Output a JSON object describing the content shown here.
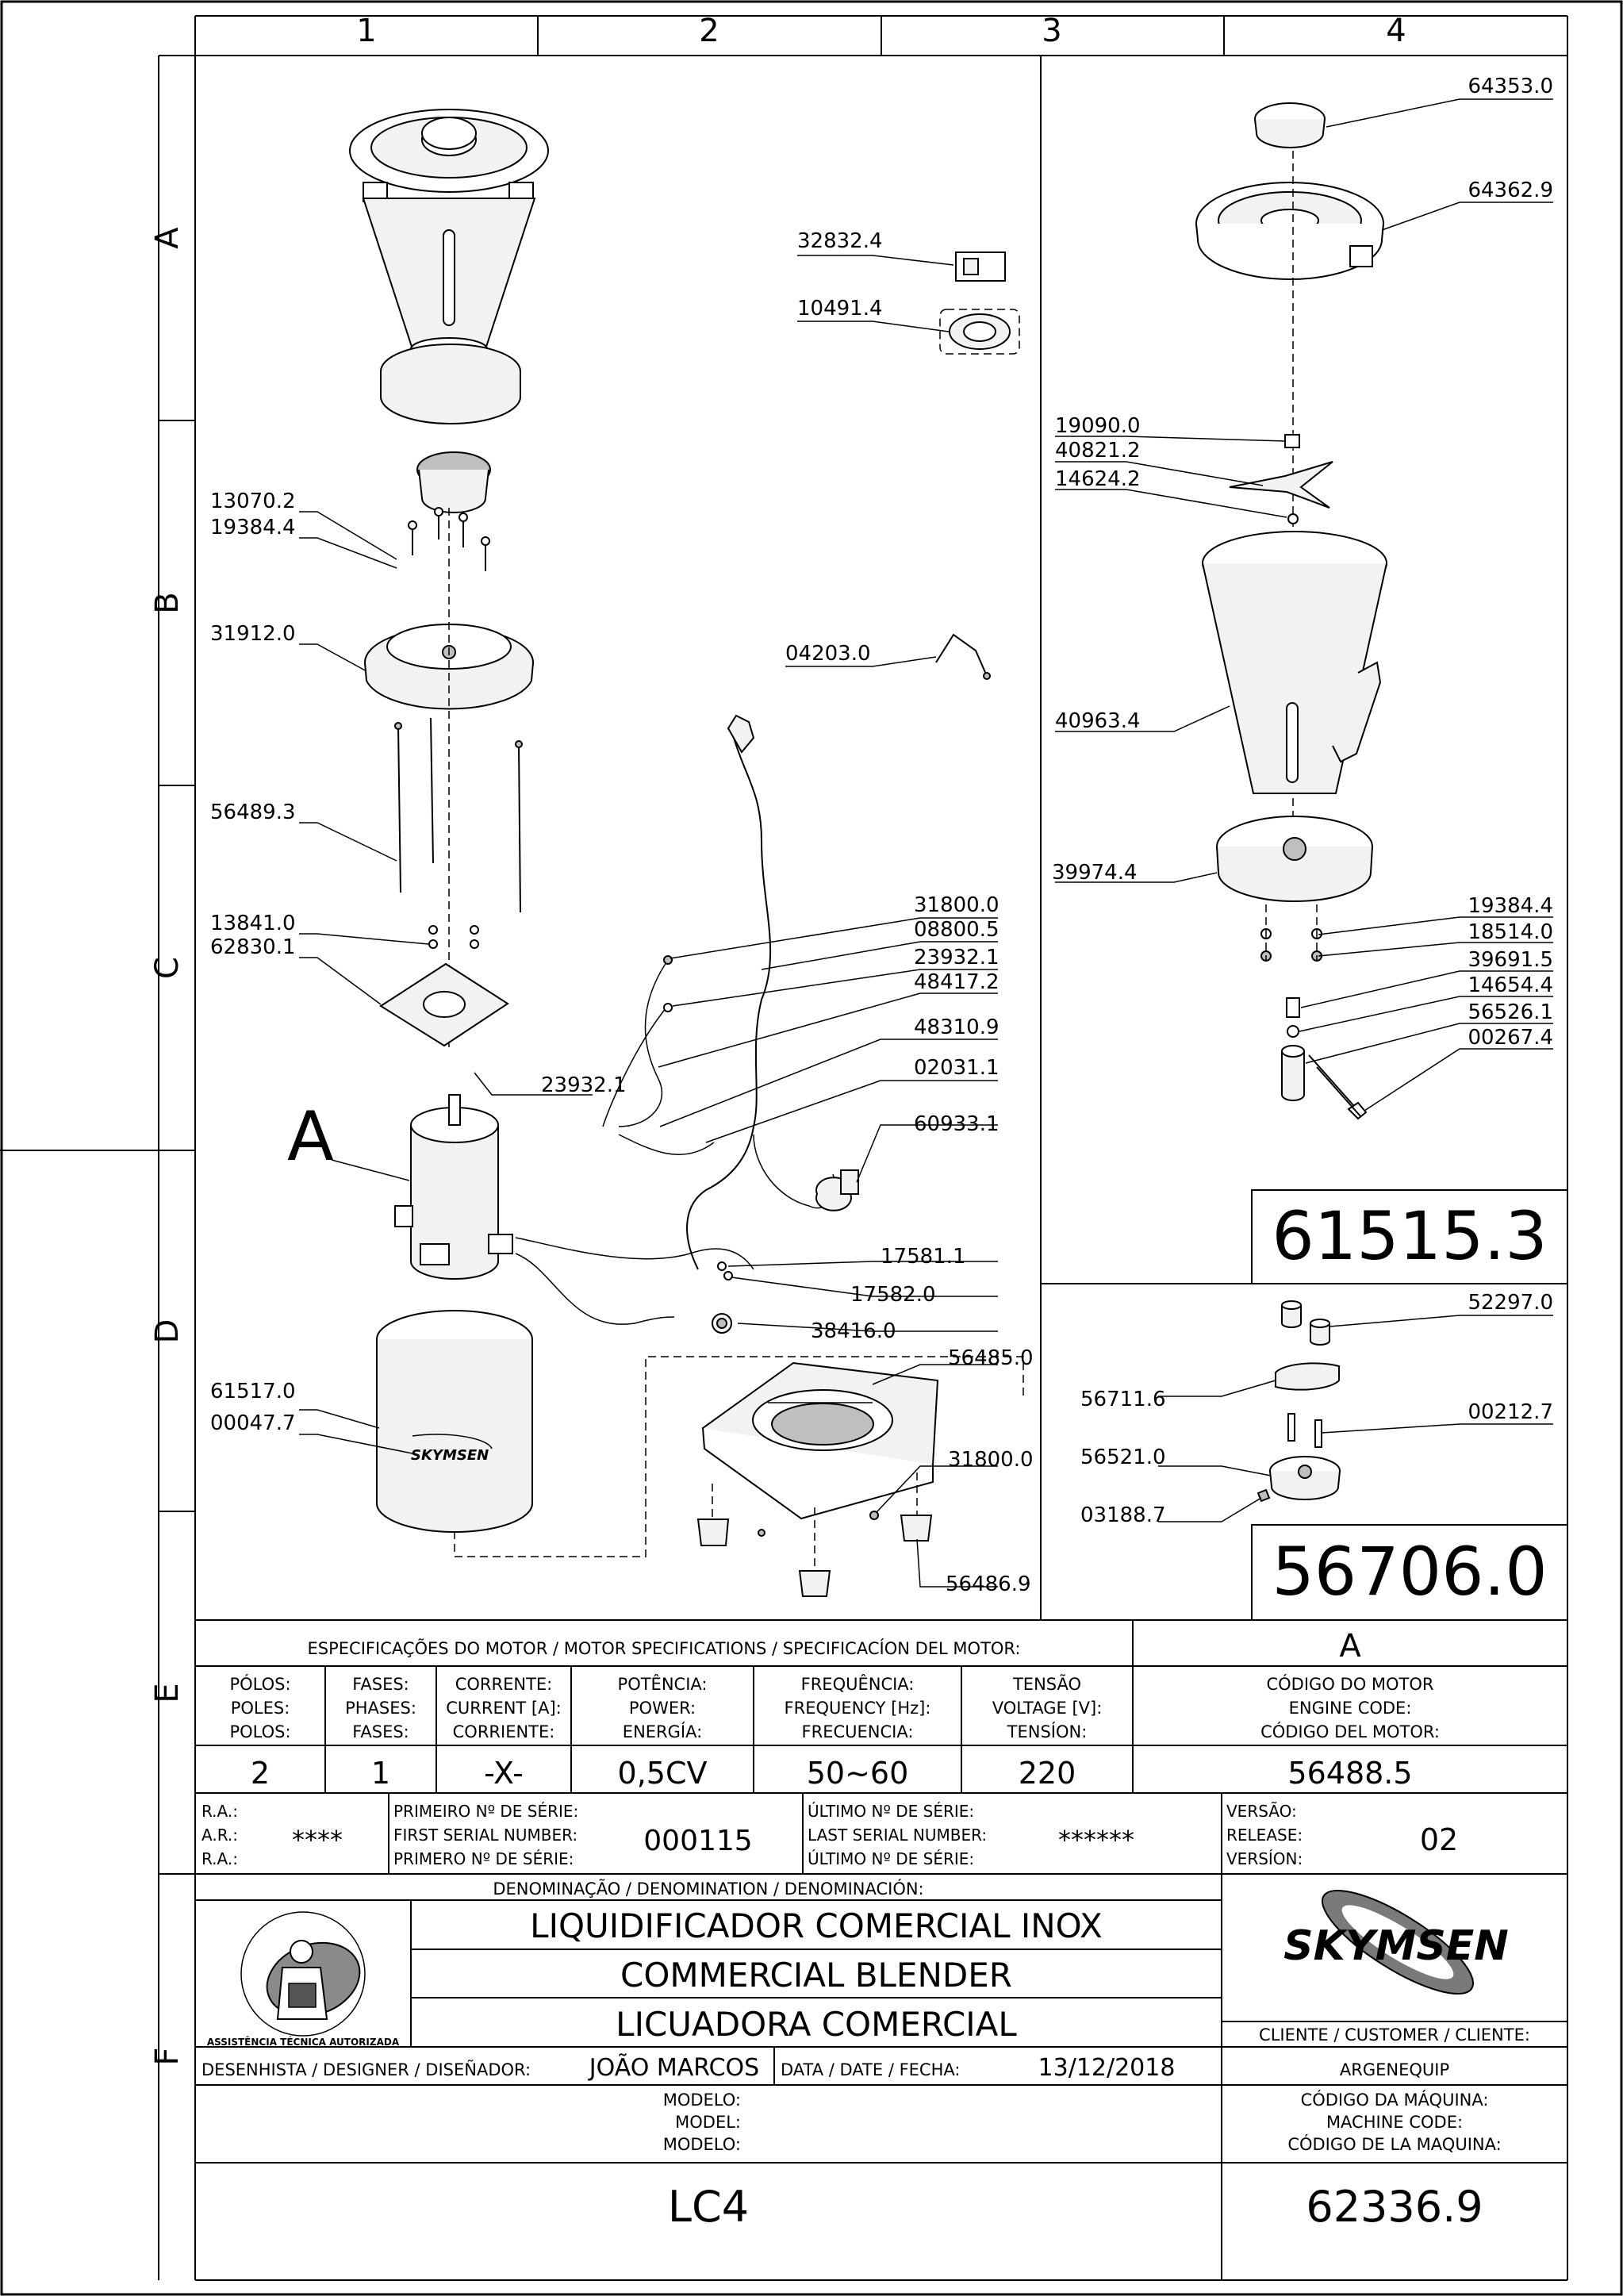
{
  "grid": {
    "columns": [
      "1",
      "2",
      "3",
      "4"
    ],
    "rows": [
      "A",
      "B",
      "C",
      "D",
      "E",
      "F"
    ]
  },
  "parts": {
    "main_assembly_letter": "A",
    "left": [
      {
        "code": "13070.2"
      },
      {
        "code": "19384.4"
      },
      {
        "code": "31912.0"
      },
      {
        "code": "56489.3"
      },
      {
        "code": "13841.0"
      },
      {
        "code": "62830.1"
      },
      {
        "code": "23932.1"
      },
      {
        "code": "61517.0"
      },
      {
        "code": "00047.7"
      }
    ],
    "center": [
      {
        "code": "32832.4"
      },
      {
        "code": "10491.4"
      },
      {
        "code": "04203.0"
      },
      {
        "code": "31800.0"
      },
      {
        "code": "08800.5"
      },
      {
        "code": "23932.1"
      },
      {
        "code": "48417.2"
      },
      {
        "code": "48310.9"
      },
      {
        "code": "02031.1"
      },
      {
        "code": "60933.1"
      },
      {
        "code": "17581.1"
      },
      {
        "code": "17582.0"
      },
      {
        "code": "38416.0"
      },
      {
        "code": "56485.0"
      },
      {
        "code": "31800.0"
      },
      {
        "code": "56486.9"
      }
    ],
    "right": [
      {
        "code": "64353.0"
      },
      {
        "code": "64362.9"
      },
      {
        "code": "19090.0"
      },
      {
        "code": "40821.2"
      },
      {
        "code": "14624.2"
      },
      {
        "code": "40963.4"
      },
      {
        "code": "39974.4"
      },
      {
        "code": "19384.4"
      },
      {
        "code": "18514.0"
      },
      {
        "code": "39691.5"
      },
      {
        "code": "14654.4"
      },
      {
        "code": "56526.1"
      },
      {
        "code": "00267.4"
      }
    ],
    "assembly_code_1": "61515.3",
    "detail": [
      {
        "code": "52297.0"
      },
      {
        "code": "56711.6"
      },
      {
        "code": "00212.7"
      },
      {
        "code": "56521.0"
      },
      {
        "code": "03188.7"
      }
    ],
    "assembly_code_2": "56706.0",
    "brand_mark": "SKYMSEN"
  },
  "motor_spec": {
    "title": "ESPECIFICAÇÕES DO MOTOR / MOTOR SPECIFICATIONS / SPECIFICACÍON DEL MOTOR:",
    "variant": "A",
    "columns": [
      {
        "labels": [
          "PÓLOS:",
          "POLES:",
          "POLOS:"
        ],
        "value": "2"
      },
      {
        "labels": [
          "FASES:",
          "PHASES:",
          "FASES:"
        ],
        "value": "1"
      },
      {
        "labels": [
          "CORRENTE:",
          "CURRENT [A]:",
          "CORRIENTE:"
        ],
        "value": "-X-"
      },
      {
        "labels": [
          "POTÊNCIA:",
          "POWER:",
          "ENERGÍA:"
        ],
        "value": "0,5CV"
      },
      {
        "labels": [
          "FREQUÊNCIA:",
          "FREQUENCY [Hz]:",
          "FRECUENCIA:"
        ],
        "value": "50~60"
      },
      {
        "labels": [
          "TENSÃO",
          "VOLTAGE [V]:",
          "TENSÍON:"
        ],
        "value": "220"
      },
      {
        "labels": [
          "CÓDIGO DO MOTOR",
          "ENGINE CODE:",
          "CÓDIGO DEL MOTOR:"
        ],
        "value": "56488.5"
      }
    ]
  },
  "serials": {
    "ra_labels": [
      "R.A.:",
      "A.R.:",
      "R.A.:"
    ],
    "ra_value": "****",
    "first_labels": [
      "PRIMEIRO Nº DE SÉRIE:",
      "FIRST SERIAL NUMBER:",
      "PRIMERO Nº DE SÉRIE:"
    ],
    "first_value": "000115",
    "last_labels": [
      "ÚLTIMO Nº DE SÉRIE:",
      "LAST SERIAL NUMBER:",
      "ÚLTIMO Nº DE SÉRIE:"
    ],
    "last_value": "******",
    "version_labels": [
      "VERSÃO:",
      "RELEASE:",
      "VERSÍON:"
    ],
    "version_value": "02"
  },
  "title_block": {
    "denomination_label": "DENOMINAÇÃO / DENOMINATION / DENOMINACIÓN:",
    "names": [
      "LIQUIDIFICADOR COMERCIAL INOX",
      "COMMERCIAL BLENDER",
      "LICUADORA COMERCIAL"
    ],
    "seal_text": "ASSISTÊNCIA TÉCNICA AUTORIZADA",
    "brand_logo": "SKYMSEN",
    "customer_label": "CLIENTE / CUSTOMER / CLIENTE:",
    "customer_value": "ARGENEQUIP",
    "designer_label": "DESENHISTA / DESIGNER / DISEÑADOR:",
    "designer_value": "JOÃO MARCOS",
    "date_label": "DATA / DATE / FECHA:",
    "date_value": "13/12/2018",
    "model_labels": [
      "MODELO:",
      "MODEL:",
      "MODELO:"
    ],
    "model_value": "LC4",
    "machine_code_labels": [
      "CÓDIGO DA MÁQUINA:",
      "MACHINE CODE:",
      "CÓDIGO DE LA MAQUINA:"
    ],
    "machine_code_value": "62336.9"
  }
}
